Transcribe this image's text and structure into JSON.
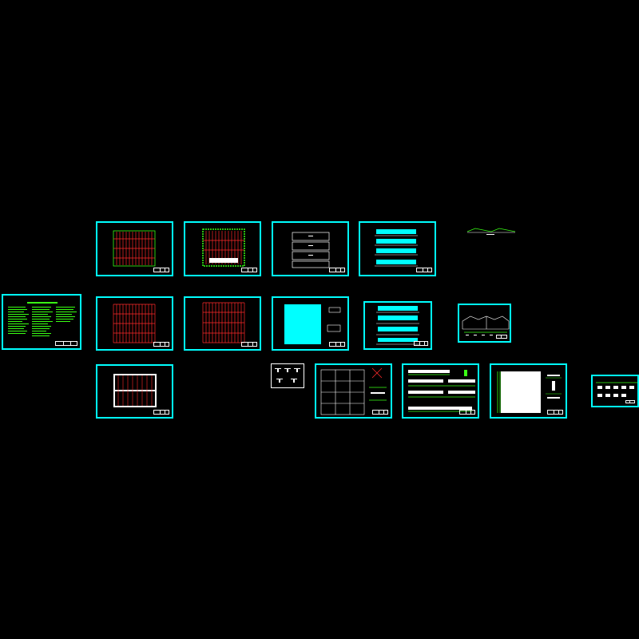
{
  "viewer": {
    "background": "#000000",
    "sheet_border_color": "#00ffff",
    "drawing_red": "#ff2a2a",
    "drawing_green": "#39ff14",
    "drawing_cyan": "#00ffff",
    "drawing_white": "#ffffff"
  },
  "sheets": [
    {
      "id": "general-notes",
      "kind": "notes"
    },
    {
      "id": "plan-1",
      "kind": "red-grid"
    },
    {
      "id": "plan-2",
      "kind": "red-grid-green-edge"
    },
    {
      "id": "plan-3",
      "kind": "white-frames"
    },
    {
      "id": "elevation-1",
      "kind": "cyan-bands"
    },
    {
      "id": "section-small",
      "kind": "roof-profile"
    },
    {
      "id": "plan-4",
      "kind": "red-grid-dense"
    },
    {
      "id": "plan-5",
      "kind": "red-grid-dense"
    },
    {
      "id": "roof-plan",
      "kind": "cyan-fill"
    },
    {
      "id": "elevation-2",
      "kind": "cyan-bands"
    },
    {
      "id": "section-2",
      "kind": "portal-frames"
    },
    {
      "id": "foundation-plan",
      "kind": "white-dots"
    },
    {
      "id": "detail-tiny",
      "kind": "details"
    },
    {
      "id": "purlin-plan",
      "kind": "white-bays"
    },
    {
      "id": "bracing-elev",
      "kind": "white-strips"
    },
    {
      "id": "wall-panel",
      "kind": "white-panel"
    },
    {
      "id": "node-details",
      "kind": "details"
    }
  ]
}
